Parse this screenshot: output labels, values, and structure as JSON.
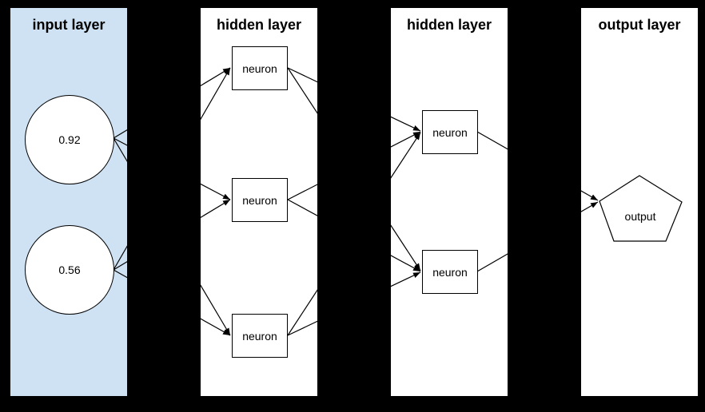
{
  "diagram": {
    "type": "neural-network",
    "background_color": "#000000",
    "colors": {
      "input_panel_bg": "#cfe2f3",
      "panel_bg": "#ffffff",
      "node_fill": "#ffffff",
      "stroke": "#000000",
      "text": "#000000"
    },
    "layers": [
      {
        "title": "input layer",
        "nodes": [
          {
            "shape": "circle",
            "label": "0.92"
          },
          {
            "shape": "circle",
            "label": "0.56"
          }
        ]
      },
      {
        "title": "hidden layer",
        "nodes": [
          {
            "shape": "rect",
            "label": "neuron"
          },
          {
            "shape": "rect",
            "label": "neuron"
          },
          {
            "shape": "rect",
            "label": "neuron"
          }
        ]
      },
      {
        "title": "hidden layer",
        "nodes": [
          {
            "shape": "rect",
            "label": "neuron"
          },
          {
            "shape": "rect",
            "label": "neuron"
          }
        ]
      },
      {
        "title": "output layer",
        "nodes": [
          {
            "shape": "pentagon",
            "label": "output"
          }
        ]
      }
    ],
    "edges": [
      {
        "from": "input-1",
        "to": "hidden1-1"
      },
      {
        "from": "input-1",
        "to": "hidden1-2"
      },
      {
        "from": "input-1",
        "to": "hidden1-3"
      },
      {
        "from": "input-2",
        "to": "hidden1-1"
      },
      {
        "from": "input-2",
        "to": "hidden1-2"
      },
      {
        "from": "input-2",
        "to": "hidden1-3"
      },
      {
        "from": "hidden1-1",
        "to": "hidden2-1"
      },
      {
        "from": "hidden1-1",
        "to": "hidden2-2"
      },
      {
        "from": "hidden1-2",
        "to": "hidden2-1"
      },
      {
        "from": "hidden1-2",
        "to": "hidden2-2"
      },
      {
        "from": "hidden1-3",
        "to": "hidden2-1"
      },
      {
        "from": "hidden1-3",
        "to": "hidden2-2"
      },
      {
        "from": "hidden2-1",
        "to": "output-1"
      },
      {
        "from": "hidden2-2",
        "to": "output-1"
      }
    ]
  }
}
